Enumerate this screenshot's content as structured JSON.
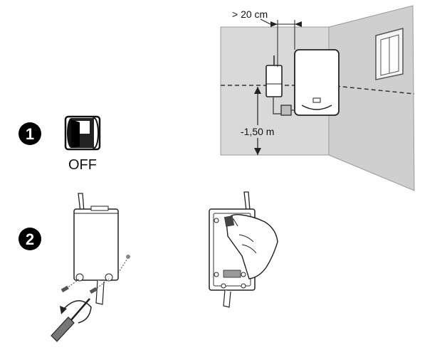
{
  "steps": [
    {
      "number": "1",
      "label": "OFF"
    },
    {
      "number": "2",
      "label": ""
    }
  ],
  "measurements": {
    "distance": "> 20 cm",
    "height": "-1,50 m"
  },
  "colors": {
    "wall": "#d8d8d8",
    "wall_shadow": "#c4c4c4",
    "step_badge": "#000000",
    "line": "#222222"
  },
  "icons": [
    "power-switch-icon",
    "screwdriver-icon",
    "rotation-arrow-icon",
    "hand-icon",
    "antenna-icon"
  ]
}
